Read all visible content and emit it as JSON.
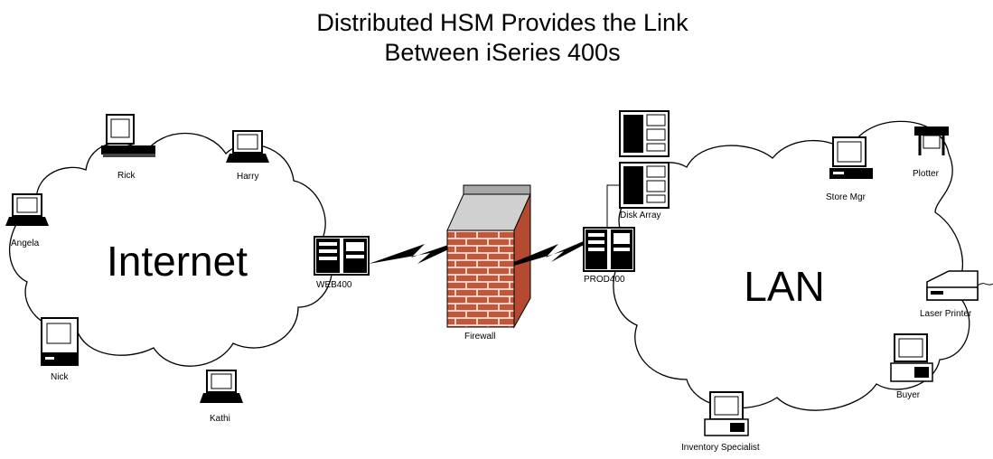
{
  "title": {
    "line1": "Distributed HSM Provides the Link",
    "line2": "Between iSeries 400s"
  },
  "clouds": {
    "internet": "Internet",
    "lan": "LAN"
  },
  "nodes": {
    "rick": "Rick",
    "harry": "Harry",
    "angela": "Angela",
    "nick": "Nick",
    "kathi": "Kathi",
    "web400": "WEB400",
    "firewall": "Firewall",
    "prod400": "PROD400",
    "disk_array": "Disk Array",
    "store_mgr": "Store Mgr",
    "plotter": "Plotter",
    "laser_printer": "Laser Printer",
    "buyer": "Buyer",
    "inventory_specialist": "Inventory Specialist"
  },
  "colors": {
    "brick": "#c8553a",
    "mortar": "#f2d6c8",
    "wall_cap": "#a8a8a8"
  }
}
